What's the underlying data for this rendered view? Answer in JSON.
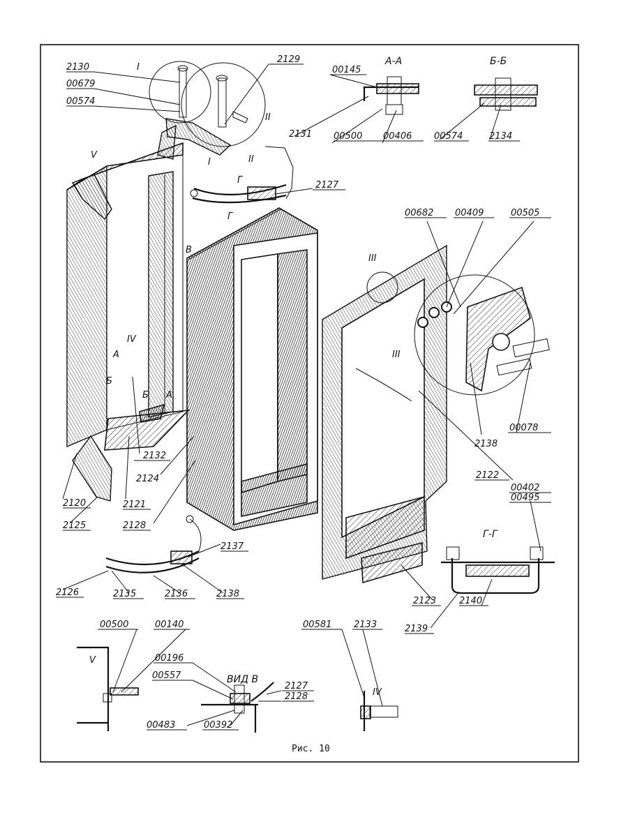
{
  "caption": "Рис. 10",
  "sections": [
    {
      "id": "aa",
      "text": "А-А"
    },
    {
      "id": "bb",
      "text": "Б-Б"
    },
    {
      "id": "gg",
      "text": "Г-Г"
    },
    {
      "id": "vid",
      "text": "ВИД В"
    }
  ],
  "view_marks": [
    "I",
    "II",
    "III",
    "IV",
    "V"
  ],
  "cut_marks": [
    "А",
    "Б",
    "Г",
    "В"
  ],
  "callouts": [
    "2130",
    "00679",
    "00574",
    "2129",
    "00145",
    "2131",
    "00500",
    "00406",
    "00574",
    "2134",
    "2127",
    "00682",
    "00409",
    "00505",
    "2138",
    "00078",
    "2122",
    "00402",
    "00495",
    "2132",
    "2124",
    "2120",
    "2121",
    "2125",
    "2128",
    "2137",
    "2126",
    "2135",
    "2136",
    "2138",
    "2123",
    "2139",
    "2140",
    "00500",
    "00140",
    "00196",
    "00557",
    "2127",
    "2128",
    "00483",
    "00392",
    "00581",
    "2133"
  ]
}
